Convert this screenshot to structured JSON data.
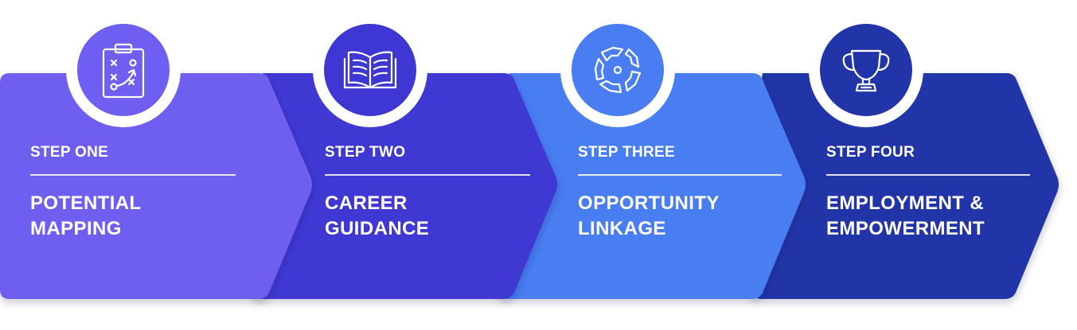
{
  "steps": [
    {
      "label": "STEP ONE",
      "title_line1": "POTENTIAL",
      "title_line2": "MAPPING",
      "color": "#6E5EF1",
      "icon": "clipboard-strategy-icon"
    },
    {
      "label": "STEP TWO",
      "title_line1": "CAREER",
      "title_line2": "GUIDANCE",
      "color": "#3F37D3",
      "icon": "open-book-icon"
    },
    {
      "label": "STEP THREE",
      "title_line1": "OPPORTUNITY",
      "title_line2": "LINKAGE",
      "color": "#4A7DF2",
      "icon": "cycle-arrows-icon"
    },
    {
      "label": "STEP FOUR",
      "title_line1": "EMPLOYMENT &",
      "title_line2": "EMPOWERMENT",
      "color": "#2134A8",
      "icon": "trophy-icon"
    }
  ]
}
